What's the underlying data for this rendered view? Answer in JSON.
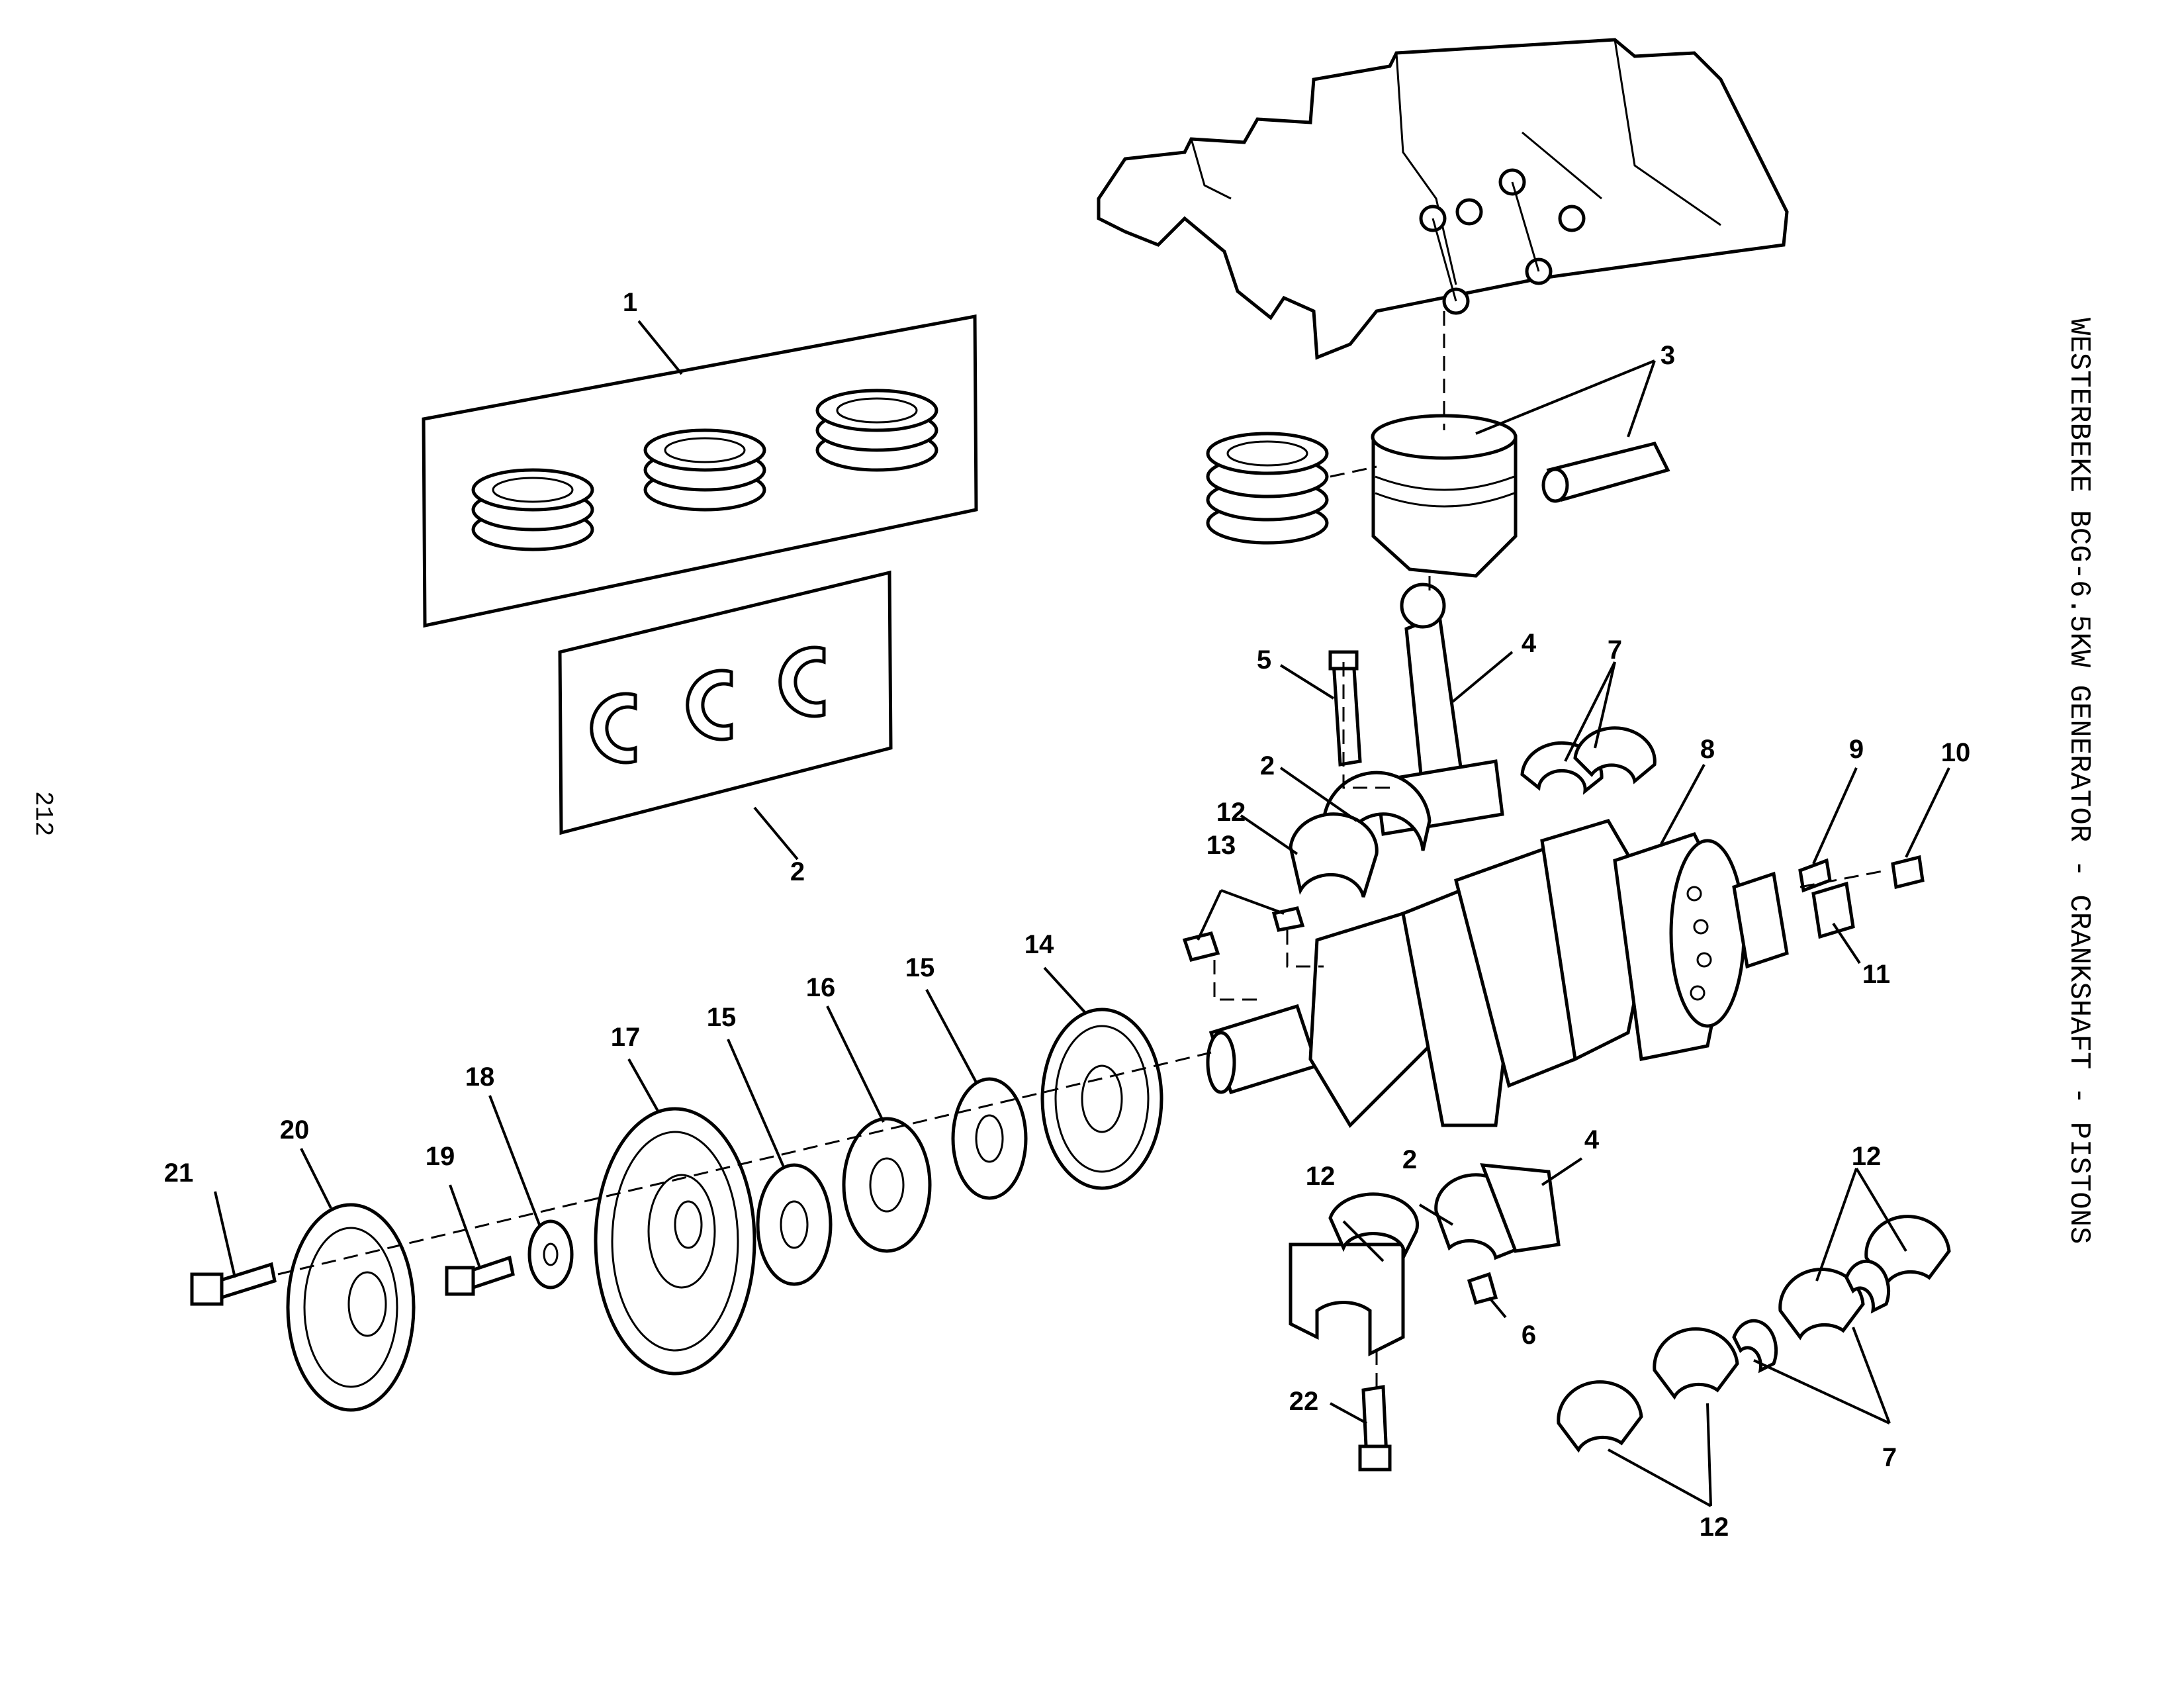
{
  "page": {
    "side_title": "WESTERBEKE BCG-6.5KW GENERATOR - CRANKSHAFT - PISTONS",
    "page_number": "212"
  },
  "callouts": [
    {
      "id": "c1",
      "text": "1"
    },
    {
      "id": "c2a",
      "text": "2"
    },
    {
      "id": "c3",
      "text": "3"
    },
    {
      "id": "c4a",
      "text": "4"
    },
    {
      "id": "c5",
      "text": "5"
    },
    {
      "id": "c2b",
      "text": "2"
    },
    {
      "id": "c7a",
      "text": "7"
    },
    {
      "id": "c8",
      "text": "8"
    },
    {
      "id": "c9",
      "text": "9"
    },
    {
      "id": "c10",
      "text": "10"
    },
    {
      "id": "c12a",
      "text": "12"
    },
    {
      "id": "c13",
      "text": "13"
    },
    {
      "id": "c11",
      "text": "11"
    },
    {
      "id": "c14",
      "text": "14"
    },
    {
      "id": "c15a",
      "text": "15"
    },
    {
      "id": "c16",
      "text": "16"
    },
    {
      "id": "c15b",
      "text": "15"
    },
    {
      "id": "c17",
      "text": "17"
    },
    {
      "id": "c18",
      "text": "18"
    },
    {
      "id": "c20",
      "text": "20"
    },
    {
      "id": "c19",
      "text": "19"
    },
    {
      "id": "c21",
      "text": "21"
    },
    {
      "id": "c12b",
      "text": "12"
    },
    {
      "id": "c2c",
      "text": "2"
    },
    {
      "id": "c4b",
      "text": "4"
    },
    {
      "id": "c12c",
      "text": "12"
    },
    {
      "id": "c6",
      "text": "6"
    },
    {
      "id": "c22",
      "text": "22"
    },
    {
      "id": "c7b",
      "text": "7"
    },
    {
      "id": "c12d",
      "text": "12"
    }
  ]
}
